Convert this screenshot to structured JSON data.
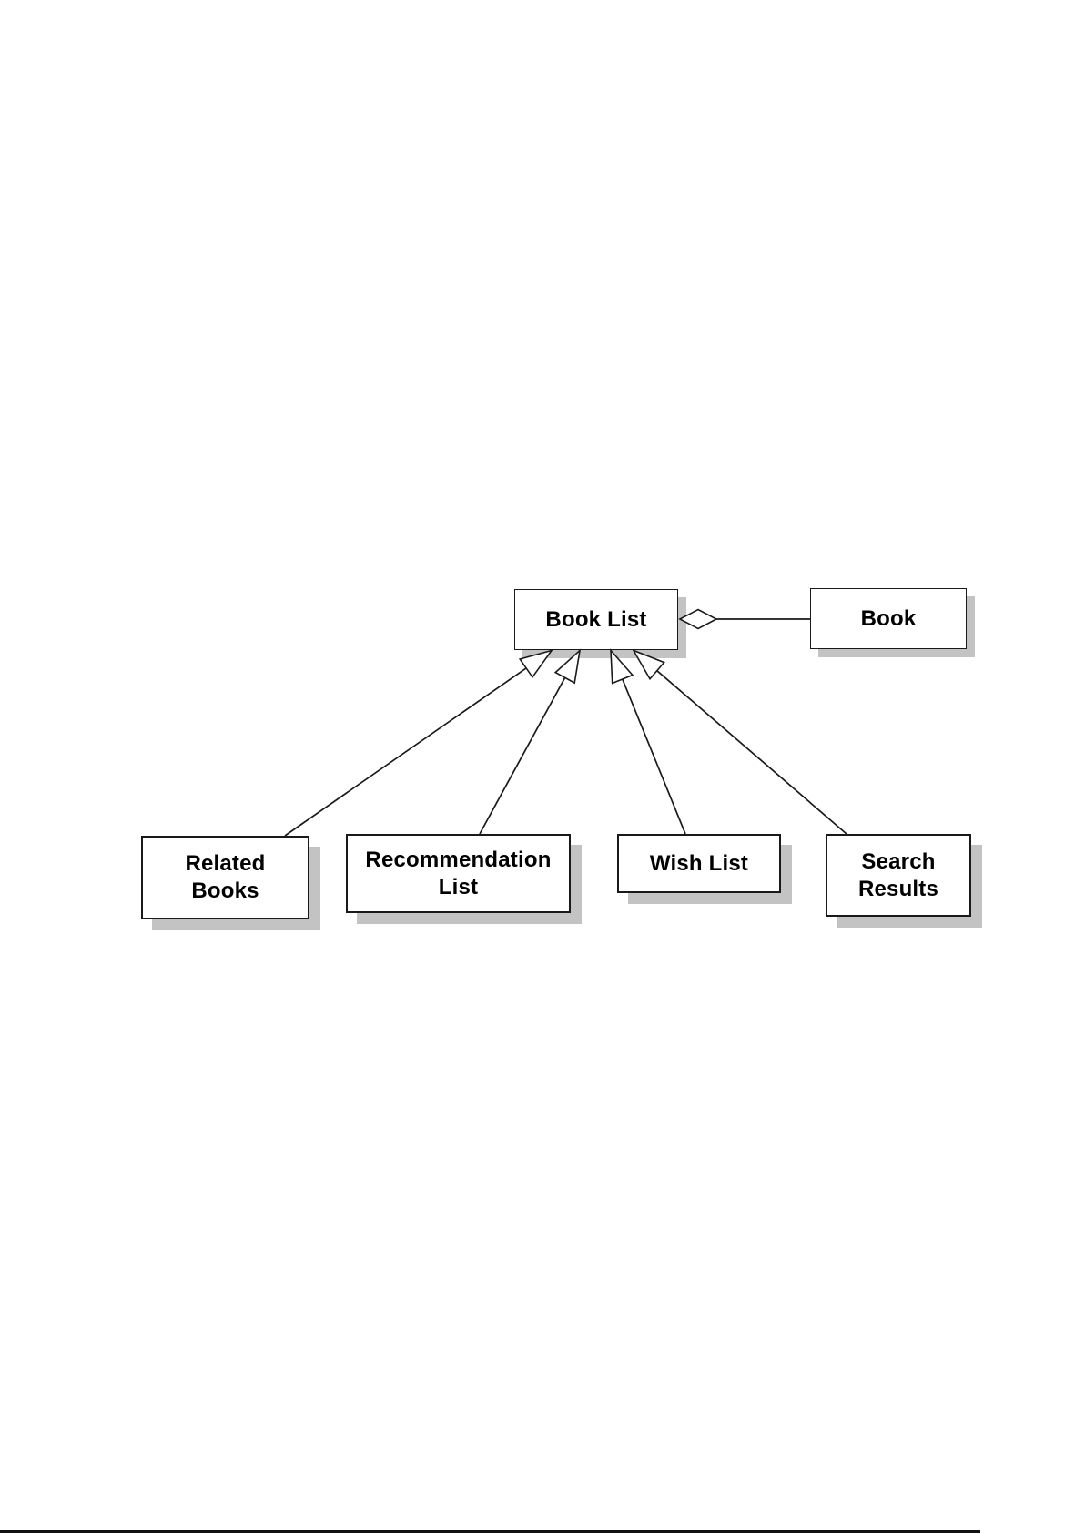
{
  "document": {
    "background": "#ffffff",
    "footer_rule_present": true
  },
  "diagram": {
    "type": "uml-class-diagram",
    "nodes": [
      {
        "id": "book-list",
        "label": "Book List",
        "lines": [
          "Book List"
        ]
      },
      {
        "id": "book",
        "label": "Book",
        "lines": [
          "Book"
        ]
      },
      {
        "id": "related-books",
        "label": "Related Books",
        "lines": [
          "Related",
          "Books"
        ]
      },
      {
        "id": "recommendation-list",
        "label": "Recommendation List",
        "lines": [
          "Recommendation",
          "List"
        ]
      },
      {
        "id": "wish-list",
        "label": "Wish List",
        "lines": [
          "Wish List"
        ]
      },
      {
        "id": "search-results",
        "label": "Search Results",
        "lines": [
          "Search",
          "Results"
        ]
      }
    ],
    "edges": [
      {
        "type": "aggregation",
        "whole": "book-list",
        "part": "book",
        "diamond_at": "book-list"
      },
      {
        "type": "generalization",
        "child": "related-books",
        "parent": "book-list"
      },
      {
        "type": "generalization",
        "child": "recommendation-list",
        "parent": "book-list"
      },
      {
        "type": "generalization",
        "child": "wish-list",
        "parent": "book-list"
      },
      {
        "type": "generalization",
        "child": "search-results",
        "parent": "book-list"
      }
    ],
    "colors": {
      "node_fill": "#ffffff",
      "node_border": "#1a1a1a",
      "node_text": "#000000",
      "node_shadow": "#c3c3c3",
      "edge_line": "#1a1a1a"
    }
  }
}
